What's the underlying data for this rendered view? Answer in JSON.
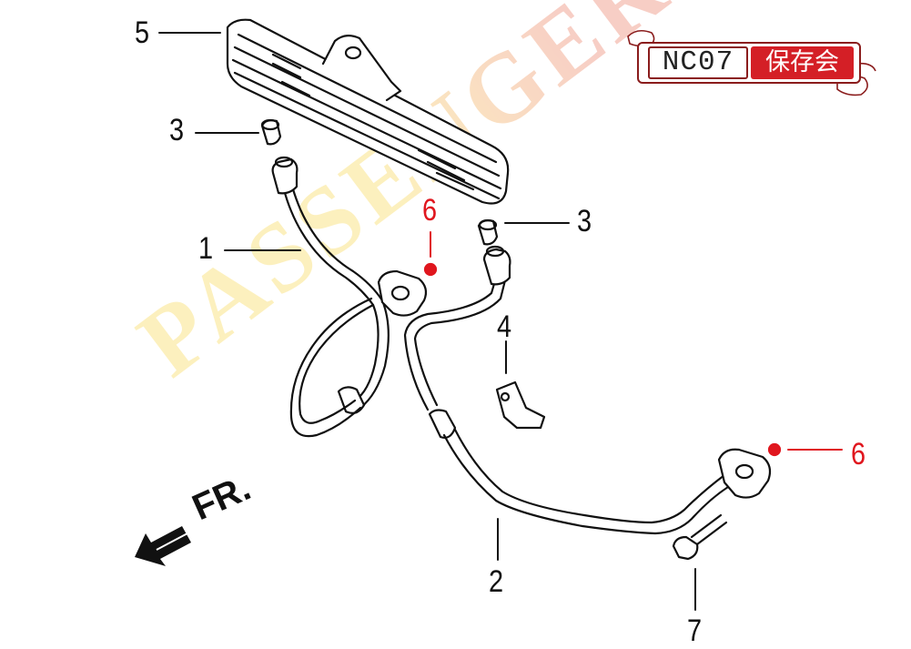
{
  "callouts": {
    "c1": "1",
    "c2": "2",
    "c3a": "3",
    "c3b": "3",
    "c4": "4",
    "c5": "5",
    "c6a": "6",
    "c6b": "6",
    "c7": "7"
  },
  "direction": {
    "label": "FR.",
    "icon": "arrow-left-down-icon"
  },
  "logo": {
    "code": "NC07",
    "text": "保存会",
    "icon": "koi-fish-icon"
  },
  "watermark": {
    "text": "PASSENGER ROAD"
  },
  "colors": {
    "line": "#111111",
    "highlight": "#e0161e",
    "logo_red": "#d41f26",
    "watermark_yellow": "#f7c500",
    "watermark_red": "#e2401c"
  }
}
